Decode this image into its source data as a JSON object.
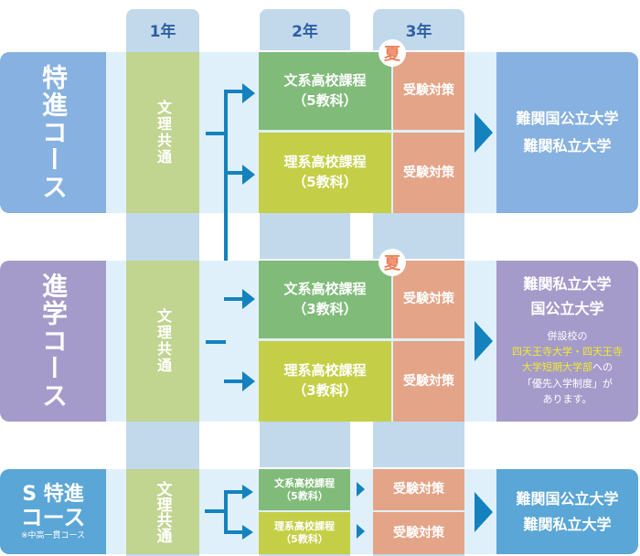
{
  "years": [
    {
      "label": "1年"
    },
    {
      "label": "2年"
    },
    {
      "label": "3年"
    }
  ],
  "colors": {
    "year_column": "#c2d9ec",
    "year_text": "#2e5fa3",
    "band": "#dff0fa",
    "common": "#c1d490",
    "humanities": "#80bb7a",
    "science": "#c4cf47",
    "exam_prep": "#e4a488",
    "arrow": "#1482be",
    "summer_text": "#ec7f5a",
    "tokushin": "#86b1e0",
    "shingaku": "#a49bca",
    "s_tokushin": "#5aa6d6",
    "highlight": "#f4e928"
  },
  "summer_badge": "夏",
  "courses": [
    {
      "name": "特進コース",
      "common": "文理共通",
      "tracks": [
        {
          "line1": "文系高校課程",
          "line2": "（5教科）",
          "exam": "受験対策"
        },
        {
          "line1": "理系高校課程",
          "line2": "（5教科）",
          "exam": "受験対策"
        }
      ],
      "destination": [
        "難関国公立大学",
        "難関私立大学"
      ]
    },
    {
      "name": "進学コース",
      "common": "文理共通",
      "tracks": [
        {
          "line1": "文系高校課程",
          "line2": "（3教科）",
          "exam": "受験対策"
        },
        {
          "line1": "理系高校課程",
          "line2": "（3教科）",
          "exam": "受験対策"
        }
      ],
      "destination": [
        "難関私立大学",
        "国公立大学"
      ],
      "note": {
        "prefix": "併設校の",
        "highlight1": "四天王寺大学・四天王寺",
        "highlight2": "大学短期大学部",
        "suffix1": "への",
        "line4": "「優先入学制度」が",
        "line5": "あります。"
      }
    },
    {
      "name_line1": "S 特進",
      "name_line2": "コース",
      "subnote": "※中高一貫コース",
      "common": "文理共通",
      "tracks": [
        {
          "line1": "文系高校課程",
          "line2": "（5教科）",
          "exam": "受験対策"
        },
        {
          "line1": "理系高校課程",
          "line2": "（5教科）",
          "exam": "受験対策"
        }
      ],
      "destination": [
        "難関国公立大学",
        "難関私立大学"
      ]
    }
  ]
}
